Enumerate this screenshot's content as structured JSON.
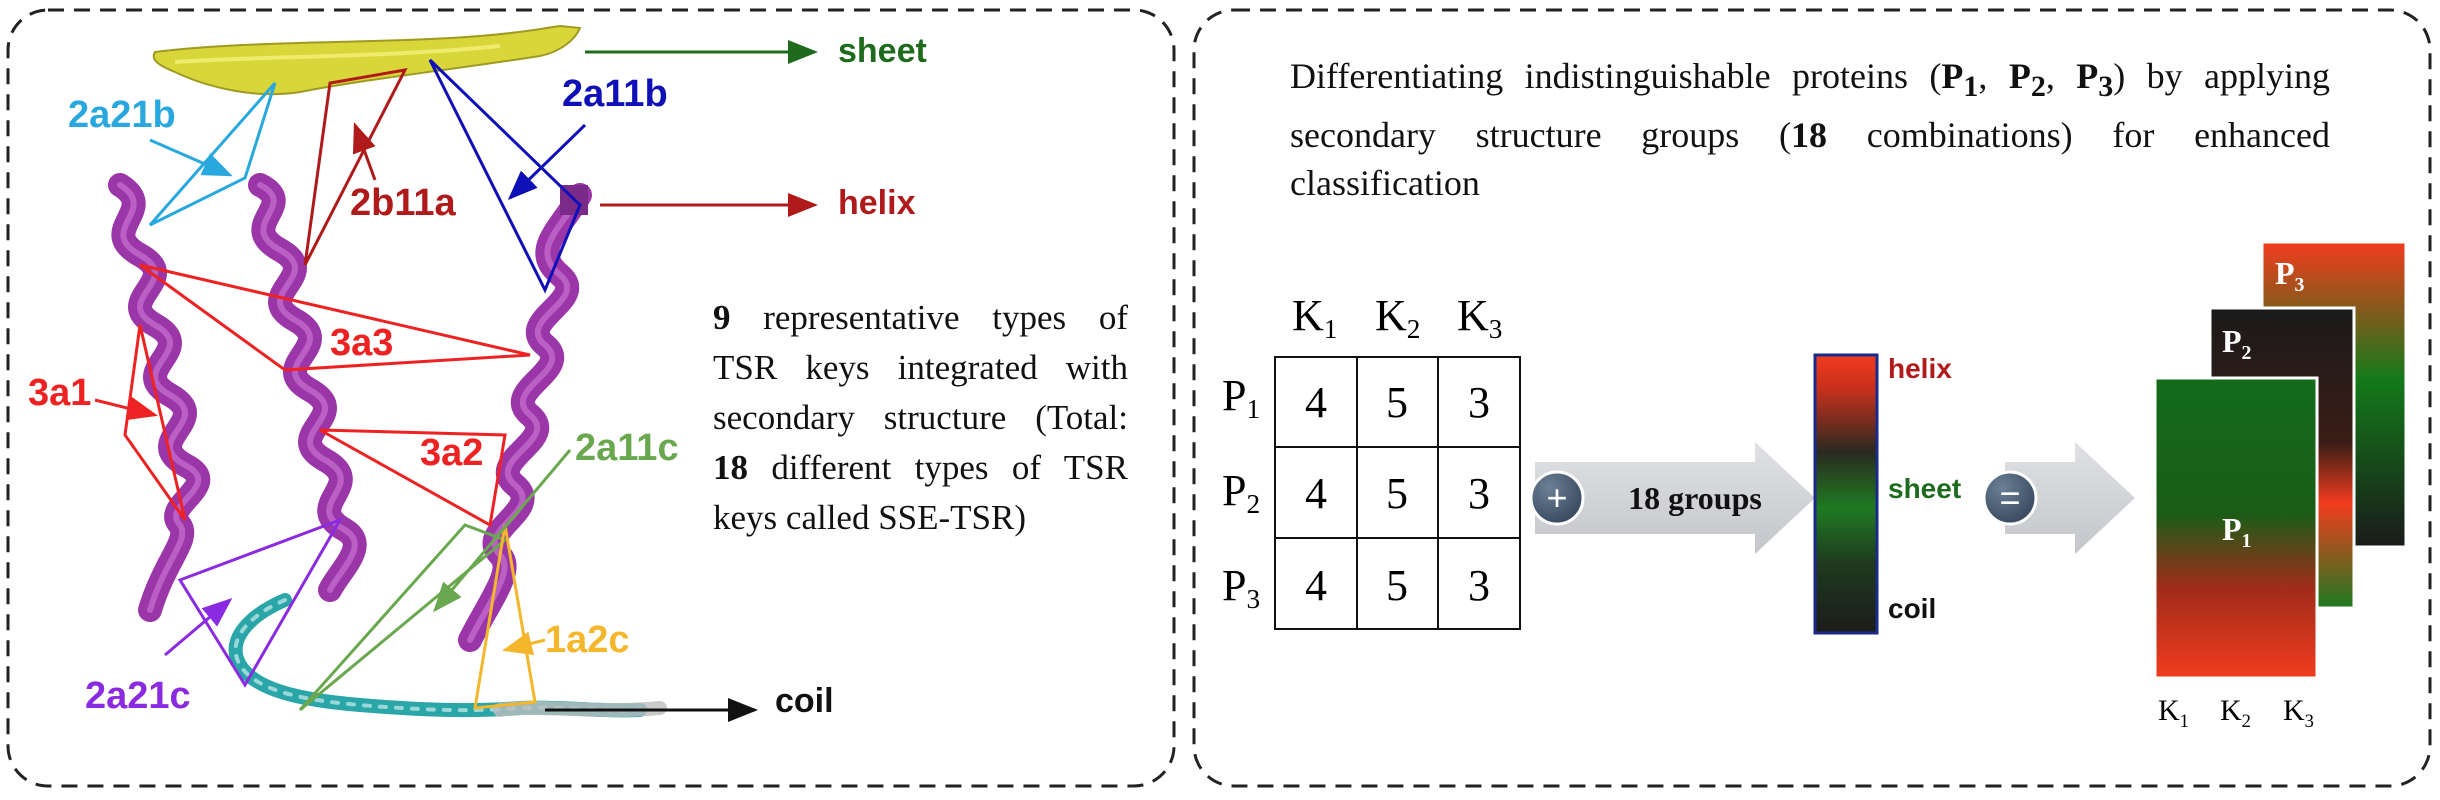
{
  "left_panel": {
    "structure_labels": {
      "sheet": "sheet",
      "helix": "helix",
      "coil": "coil"
    },
    "key_labels": {
      "k2a21b": "2a21b",
      "k2b11a": "2b11a",
      "k2a11b": "2a11b",
      "k3a1": "3a1",
      "k3a3": "3a3",
      "k3a2": "3a2",
      "k2a11c": "2a11c",
      "k1a2c": "1a2c",
      "k2a21c": "2a21c"
    },
    "description": {
      "num9": "9",
      "part1": " representative types of TSR keys integrated with secondary structure (Total: ",
      "num18": "18",
      "part2": " different types of TSR keys called SSE-TSR)"
    }
  },
  "right_panel": {
    "heading": {
      "t1": "Differentiating indistinguishable proteins (",
      "p1": "P",
      "s1": "1",
      "sep1": ", ",
      "p2": "P",
      "s2": "2",
      "sep2": ", ",
      "p3": "P",
      "s3": "3",
      "t2": ") by applying secondary structure groups (",
      "num": "18",
      "t3": " combinations) for enhanced classification"
    },
    "table": {
      "col_headers": [
        {
          "k": "K",
          "s": "1"
        },
        {
          "k": "K",
          "s": "2"
        },
        {
          "k": "K",
          "s": "3"
        }
      ],
      "row_headers": [
        {
          "p": "P",
          "s": "1"
        },
        {
          "p": "P",
          "s": "2"
        },
        {
          "p": "P",
          "s": "3"
        }
      ],
      "rows": [
        [
          "4",
          "5",
          "3"
        ],
        [
          "4",
          "5",
          "3"
        ],
        [
          "4",
          "5",
          "3"
        ]
      ]
    },
    "plus_symbol": "+",
    "groups_label": "18 groups",
    "equals_symbol": "=",
    "colorbar_labels": {
      "helix": "helix",
      "sheet": "sheet",
      "coil": "coil"
    },
    "stack_labels": [
      {
        "p": "P",
        "s": "1"
      },
      {
        "p": "P",
        "s": "2"
      },
      {
        "p": "P",
        "s": "3"
      }
    ],
    "stack_axis": [
      {
        "k": "K",
        "s": "1"
      },
      {
        "k": "K",
        "s": "2"
      },
      {
        "k": "K",
        "s": "3"
      }
    ]
  },
  "colors": {
    "helix_purple": "#9b36a8",
    "sheet_yellow": "#d9d63a",
    "coil_teal": "#2aa5a8",
    "label_green": "#1e6b1e",
    "label_red": "#b01a1a",
    "key_lightblue": "#29a8df",
    "key_darkred": "#b01a1a",
    "key_blue": "#1010b8",
    "key_red": "#ee2222",
    "key_green": "#6aa84f",
    "key_orange": "#f4b62a",
    "key_violet": "#8a2be2",
    "map_red": "#f03c1e",
    "map_green": "#136b1a"
  }
}
